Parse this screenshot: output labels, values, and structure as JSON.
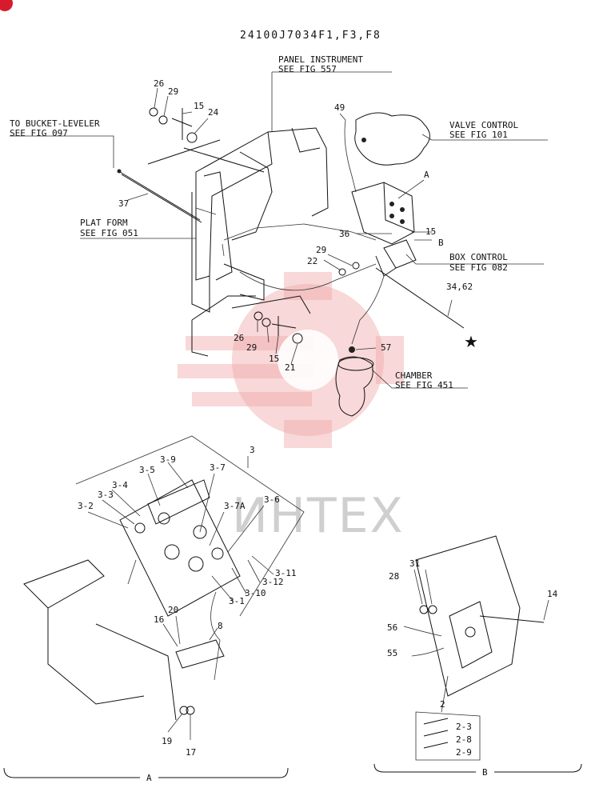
{
  "title": "24100J7034F1,F3,F8",
  "watermark": "ИНТЕХ",
  "refs": {
    "panel_instrument": [
      "PANEL INSTRUMENT",
      "SEE FIG 557"
    ],
    "bucket_leveler": [
      "TO BUCKET-LEVELER",
      "SEE FIG 097"
    ],
    "valve_control": [
      "VALVE CONTROL",
      "SEE FIG 101"
    ],
    "platform": [
      "PLAT FORM",
      "SEE FIG 051"
    ],
    "box_control": [
      "BOX CONTROL",
      "SEE FIG 082"
    ],
    "chamber": [
      "CHAMBER",
      "SEE FIG 451"
    ]
  },
  "parts_top": [
    "26",
    "29",
    "15",
    "24",
    "49",
    "37",
    "A",
    "15",
    "B",
    "36",
    "29",
    "22",
    "34,62",
    "26",
    "29",
    "15",
    "21",
    "57"
  ],
  "parts_panel": [
    "3",
    "3-9",
    "3-5",
    "3-4",
    "3-3",
    "3-2",
    "3-7",
    "3-7A",
    "3-6",
    "3-11",
    "3-12",
    "3-10",
    "3-1",
    "20",
    "16",
    "8",
    "19",
    "17"
  ],
  "parts_box": [
    "31",
    "28",
    "14",
    "56",
    "55",
    "2",
    "2-3",
    "2-8",
    "2-9"
  ],
  "view_labels": [
    "A",
    "B"
  ],
  "star": "★",
  "accent_color": "#d81b2c"
}
